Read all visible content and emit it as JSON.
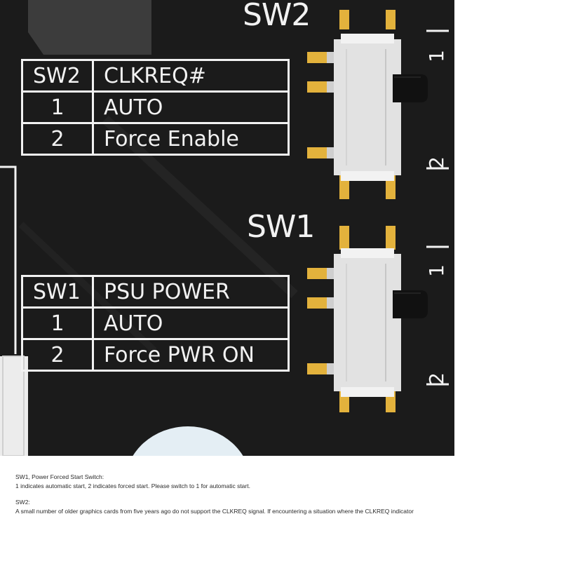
{
  "switches": {
    "sw2": {
      "title": "SW2",
      "table": [
        [
          "SW2",
          "CLKREQ#"
        ],
        [
          "1",
          "AUTO"
        ],
        [
          "2",
          "Force Enable"
        ]
      ],
      "scale_top": "1",
      "scale_bottom": "2"
    },
    "sw1": {
      "title": "SW1",
      "table": [
        [
          "SW1",
          "PSU POWER"
        ],
        [
          "1",
          "AUTO"
        ],
        [
          "2",
          "Force PWR ON"
        ]
      ],
      "scale_top": "1",
      "scale_bottom": "2"
    }
  },
  "notes": {
    "sw1_heading": "SW1, Power Forced Start Switch:",
    "sw1_text": "1 indicates automatic start, 2 indicates forced start. Please switch to 1 for automatic start.",
    "sw2_heading": "SW2:",
    "sw2_text": "A small number of older graphics cards from five years ago do not support the CLKREQ signal. If encountering a situation where the CLKREQ indicator"
  },
  "colors": {
    "board": "#1b1b1b",
    "silkscreen": "#f2f2f2",
    "pad_gold": "#e3b23c",
    "switch_body": "#e9e9e9",
    "actuator": "#111111"
  }
}
